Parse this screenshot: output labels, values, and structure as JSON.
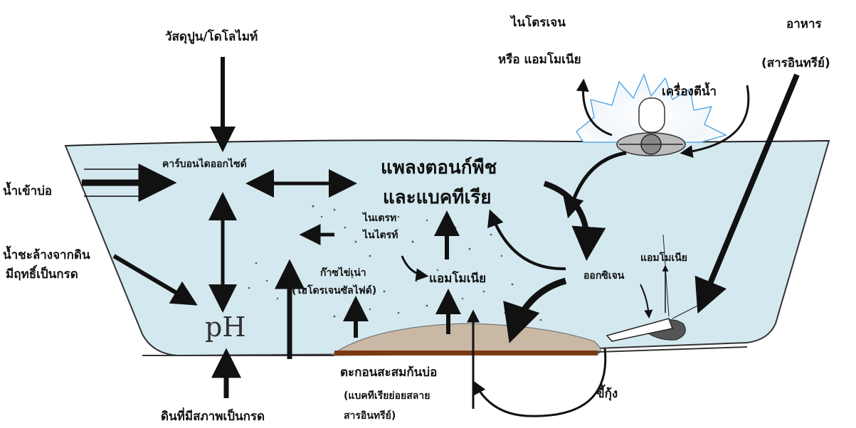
{
  "colors": {
    "water": "#d4e8ef",
    "sediment_light": "#c9b8a3",
    "sediment_dark": "#7a3b12",
    "arrow": "#111111",
    "splash": "#5aa9e6"
  },
  "labels": {
    "lime": "วัสดุปูน/โดโลไมท์",
    "nitrogen_line1": "ไนโตรเจน",
    "nitrogen_line2": "หรือ แอมโมเนีย",
    "aerator": "เครื่องตีน้ำ",
    "food_line1": "อาหาร",
    "food_line2": "(สารอินทรีย์)",
    "water_in": "น้ำเข้าบ่อ",
    "leach_line1": "น้ำชะล้างจากดิน",
    "leach_line2": "มีฤทธิ์เป็นกรด",
    "co2": "คาร์บอนไดออกไซด์",
    "plankton_line1": "แพลงตอนก์พืช",
    "plankton_line2": "และแบคทีเรีย",
    "nitrate": "ไนเตรท",
    "nitrite": "ไนไตรท์",
    "h2s_line1": "ก๊าซไข่เน่า",
    "h2s_line2": "(ไฮโดรเจนซัลไฟด์)",
    "ammonia_mid": "แอมโมเนีย",
    "oxygen": "ออกซิเจน",
    "ammonia_right": "แอมโมเนีย",
    "ph": "pH",
    "acid_soil": "ดินที่มีสภาพเป็นกรด",
    "sediment_line1": "ตะกอนสะสมก้นบ่อ",
    "sediment_line2": "(แบคทีเรียย่อยสลาย",
    "sediment_line3": "สารอินทรีย์)",
    "shrimp_waste": "ขี้กุ้ง"
  },
  "icons": [
    "aerator-icon",
    "shrimp-icon",
    "paddle-wheel-icon"
  ]
}
